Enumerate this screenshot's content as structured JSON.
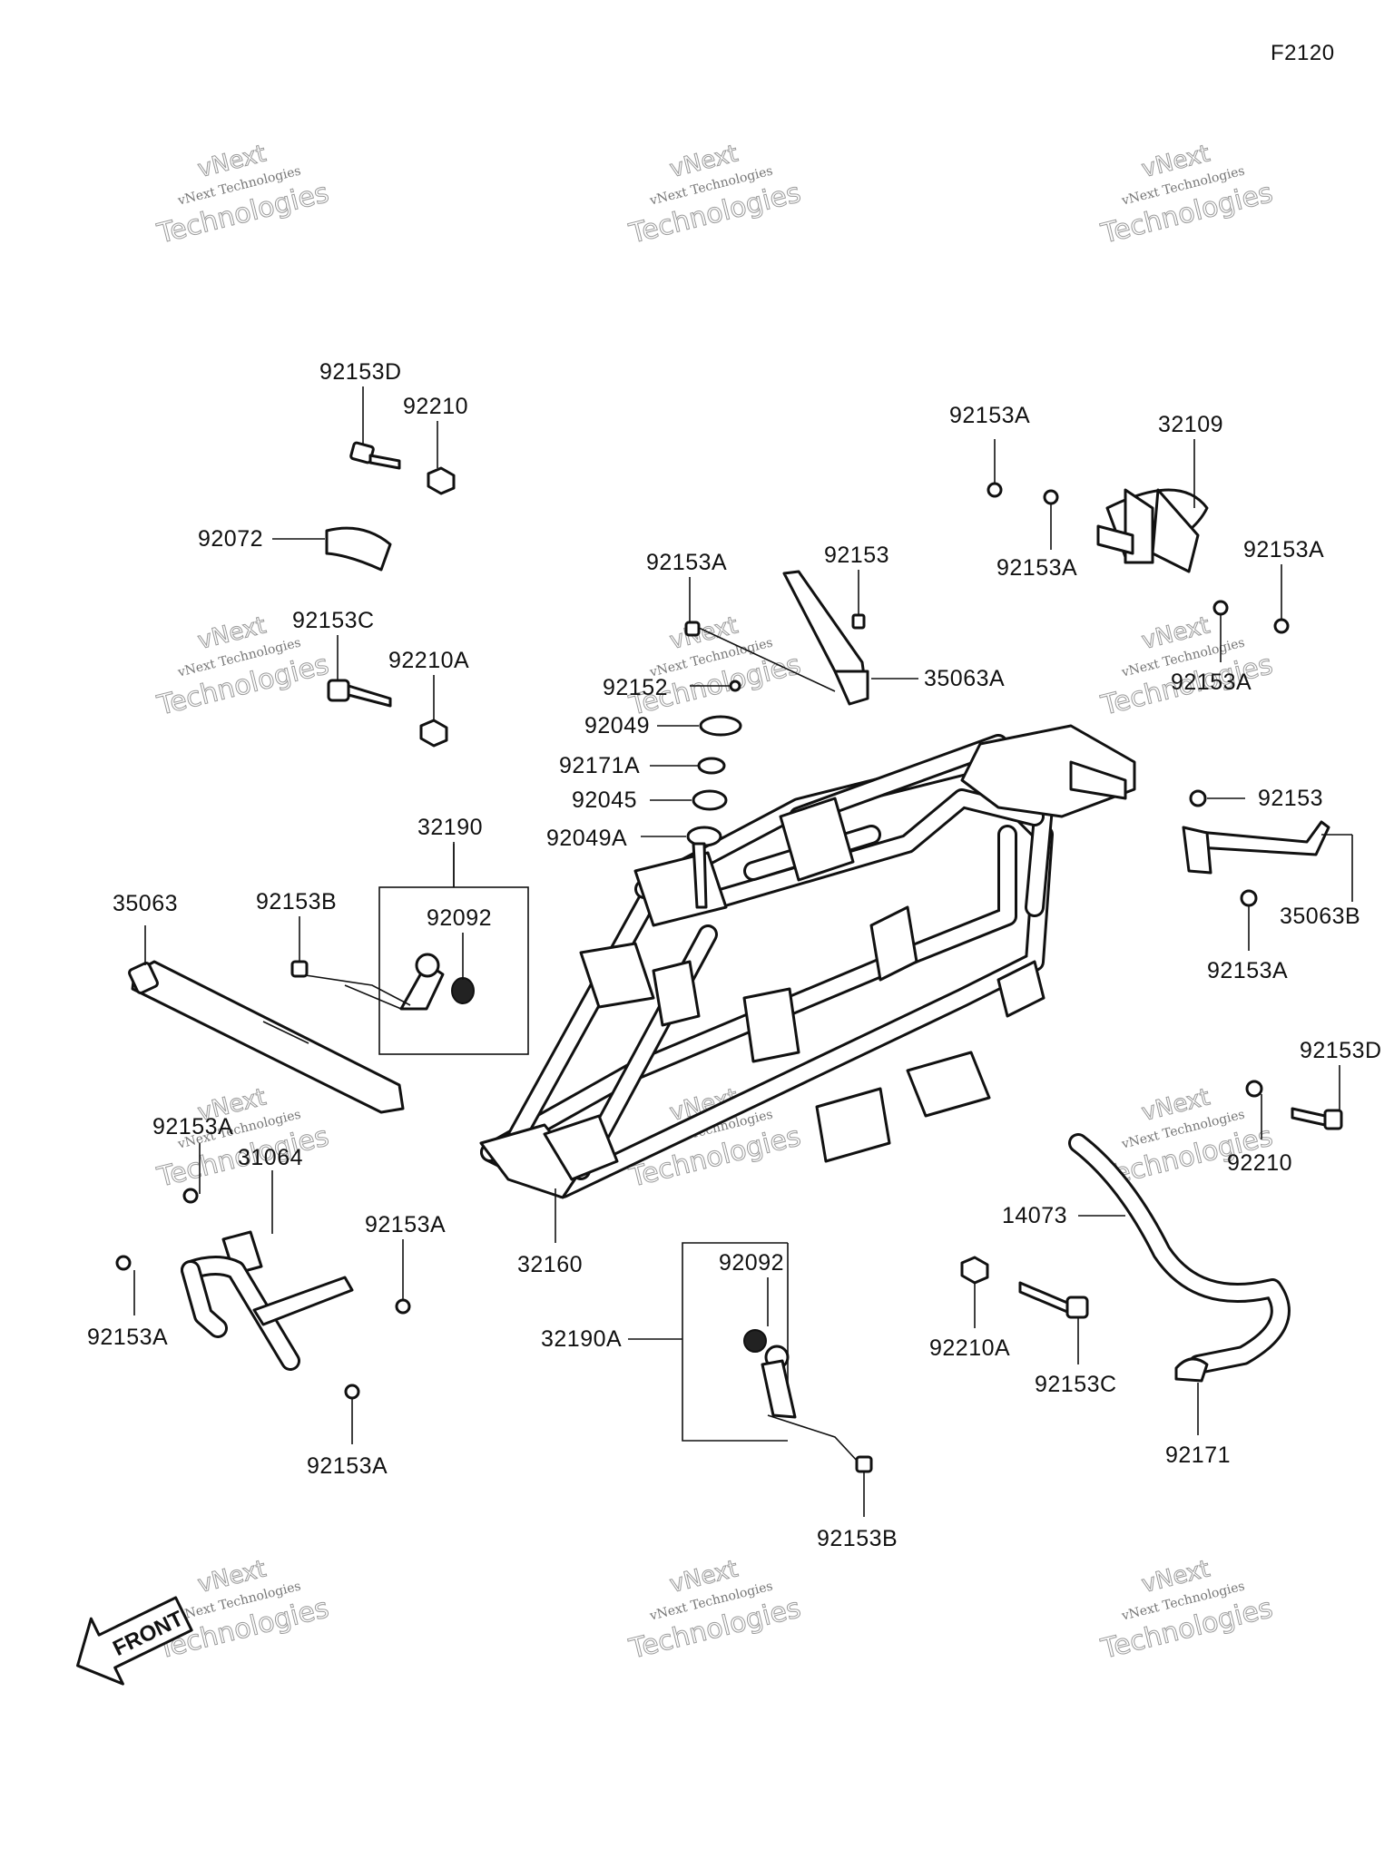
{
  "figure_code": "F2120",
  "watermark": {
    "brand_line1": "vNext",
    "brand_line2": "Technologies",
    "small_text": "vNext Technologies"
  },
  "front_label": "FRONT",
  "parts": {
    "p_92153D_top": "92153D",
    "p_92210_top": "92210",
    "p_92072": "92072",
    "p_92153C_left": "92153C",
    "p_92210A_left": "92210A",
    "p_32190": "32190",
    "p_92153B_left": "92153B",
    "p_92092_left": "92092",
    "p_35063": "35063",
    "p_92153A_mid": "92153A",
    "p_92153_mid": "92153",
    "p_92152": "92152",
    "p_92049": "92049",
    "p_92171A": "92171A",
    "p_92045": "92045",
    "p_92049A": "92049A",
    "p_35063A": "35063A",
    "p_92153A_tr1": "92153A",
    "p_32109": "32109",
    "p_92153A_tr2": "92153A",
    "p_92153A_tr3": "92153A",
    "p_92153A_tr4": "92153A",
    "p_92153_right": "92153",
    "p_35063B": "35063B",
    "p_92153A_right": "92153A",
    "p_92153D_right": "92153D",
    "p_92210_right": "92210",
    "p_14073": "14073",
    "p_92210A_right": "92210A",
    "p_92153C_right": "92153C",
    "p_92171": "92171",
    "p_92153A_ll1": "92153A",
    "p_31064": "31064",
    "p_92153A_ll2": "92153A",
    "p_92153A_ll3": "92153A",
    "p_92153A_ll4": "92153A",
    "p_32160": "32160",
    "p_32190A": "32190A",
    "p_92092_bottom": "92092",
    "p_92153B_bottom": "92153B"
  }
}
